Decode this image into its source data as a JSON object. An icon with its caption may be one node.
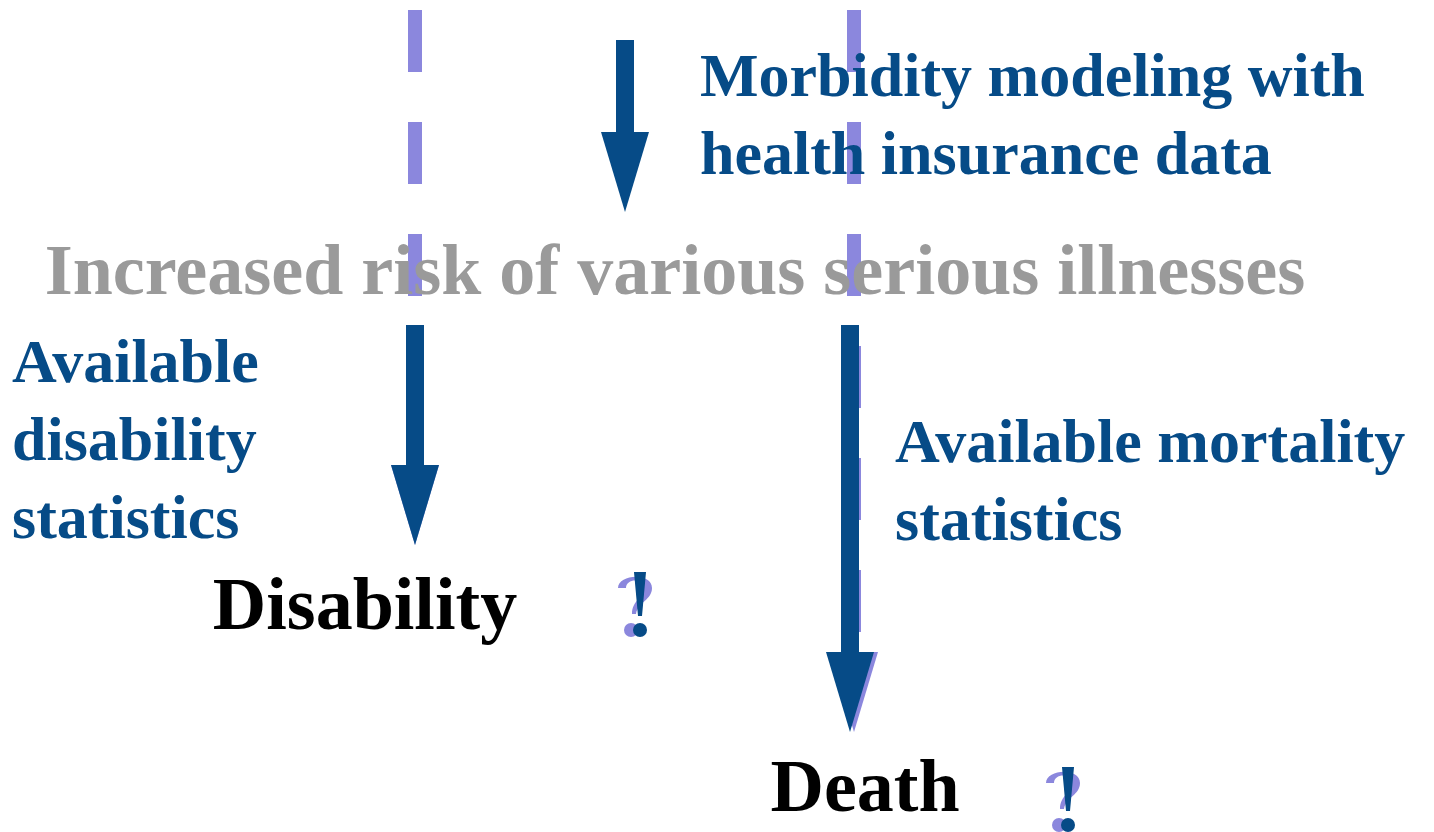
{
  "diagram": {
    "nodes": [
      {
        "text": [
          "Increased risk of various serious illnesses"
        ]
      },
      {
        "text": [
          "Disability"
        ]
      },
      {
        "text": [
          "Death"
        ]
      }
    ],
    "edges": [
      {
        "from": null,
        "to": 0,
        "arrow": "to",
        "label": "Morbidity modeling with health insurance data"
      },
      {
        "from": 0,
        "to": 1,
        "arrow": "to",
        "label": "Available disability statistics"
      },
      {
        "from": 0,
        "to": 2,
        "arrow": "to",
        "label": "Available mortality statistics"
      },
      {
        "from": null,
        "to": 1,
        "arrow": "to",
        "style": "dashed",
        "color": "#8b87dd"
      },
      {
        "from": null,
        "to": 2,
        "arrow": "to",
        "style": "dashed",
        "color": "#8b87dd"
      }
    ]
  }
}
